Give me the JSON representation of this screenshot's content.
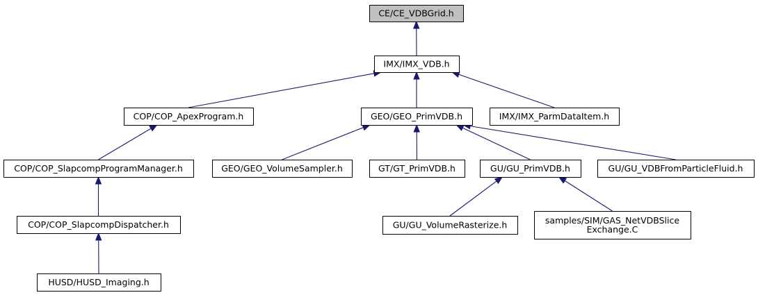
{
  "graph": {
    "nodes": [
      {
        "id": "ce_vdbgrid",
        "lines": [
          "CE/CE_VDBGrid.h"
        ],
        "root": true
      },
      {
        "id": "imx_vdb",
        "lines": [
          "IMX/IMX_VDB.h"
        ]
      },
      {
        "id": "cop_apexprogram",
        "lines": [
          "COP/COP_ApexProgram.h"
        ]
      },
      {
        "id": "geo_primvdb",
        "lines": [
          "GEO/GEO_PrimVDB.h"
        ]
      },
      {
        "id": "imx_parmdataitem",
        "lines": [
          "IMX/IMX_ParmDataItem.h"
        ]
      },
      {
        "id": "cop_slapcompprogrammanager",
        "lines": [
          "COP/COP_SlapcompProgramManager.h"
        ]
      },
      {
        "id": "geo_volumesampler",
        "lines": [
          "GEO/GEO_VolumeSampler.h"
        ]
      },
      {
        "id": "gt_primvdb",
        "lines": [
          "GT/GT_PrimVDB.h"
        ]
      },
      {
        "id": "gu_primvdb",
        "lines": [
          "GU/GU_PrimVDB.h"
        ]
      },
      {
        "id": "gu_vdbfromparticlefluid",
        "lines": [
          "GU/GU_VDBFromParticleFluid.h"
        ]
      },
      {
        "id": "cop_slapcompdispatcher",
        "lines": [
          "COP/COP_SlapcompDispatcher.h"
        ]
      },
      {
        "id": "gu_volumerasterize",
        "lines": [
          "GU/GU_VolumeRasterize.h"
        ]
      },
      {
        "id": "gas_netvdbsliceexchange",
        "lines": [
          "samples/SIM/GAS_NetVDBSlice",
          "Exchange.C"
        ]
      },
      {
        "id": "husd_imaging",
        "lines": [
          "HUSD/HUSD_Imaging.h"
        ]
      }
    ],
    "edges": [
      {
        "from": "imx_vdb",
        "to": "ce_vdbgrid"
      },
      {
        "from": "cop_apexprogram",
        "to": "imx_vdb"
      },
      {
        "from": "geo_primvdb",
        "to": "imx_vdb"
      },
      {
        "from": "imx_parmdataitem",
        "to": "imx_vdb"
      },
      {
        "from": "cop_slapcompprogrammanager",
        "to": "cop_apexprogram"
      },
      {
        "from": "geo_volumesampler",
        "to": "geo_primvdb"
      },
      {
        "from": "gt_primvdb",
        "to": "geo_primvdb"
      },
      {
        "from": "gu_primvdb",
        "to": "geo_primvdb"
      },
      {
        "from": "gu_vdbfromparticlefluid",
        "to": "geo_primvdb"
      },
      {
        "from": "cop_slapcompdispatcher",
        "to": "cop_slapcompprogrammanager"
      },
      {
        "from": "gu_volumerasterize",
        "to": "gu_primvdb"
      },
      {
        "from": "gas_netvdbsliceexchange",
        "to": "gu_primvdb"
      },
      {
        "from": "husd_imaging",
        "to": "cop_slapcompdispatcher"
      }
    ]
  }
}
